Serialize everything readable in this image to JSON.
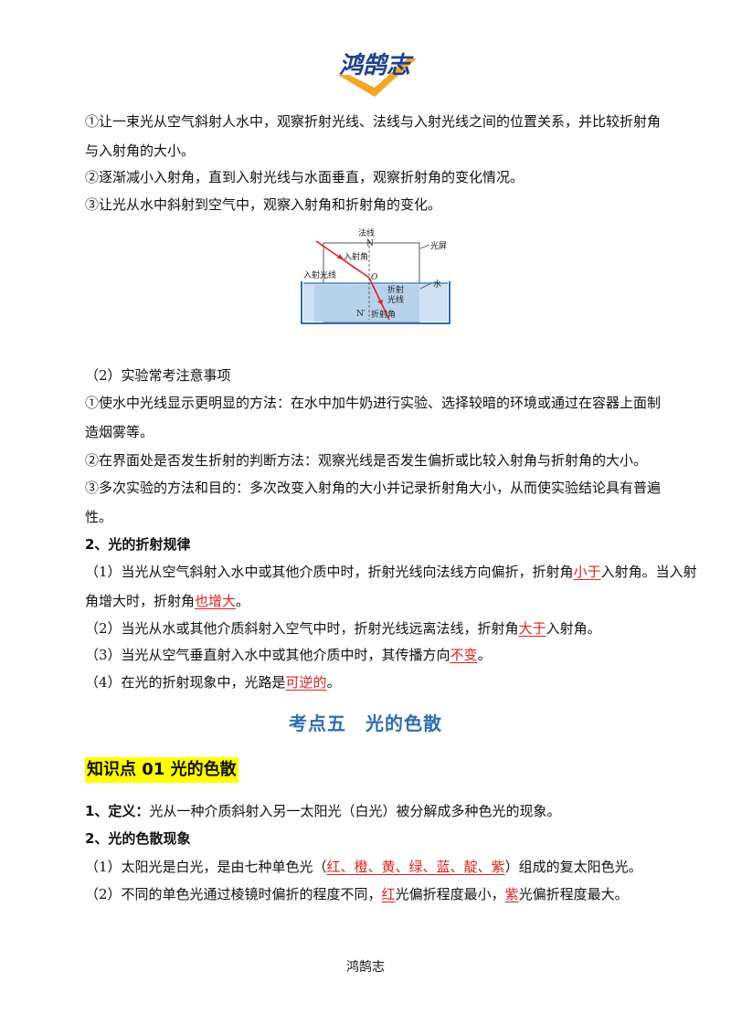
{
  "header": {
    "logo_text": "鸿鹄志"
  },
  "steps": {
    "l1": "①让一束光从空气斜射人水中，观察折射光线、法线与入射光线之间的位置关系，并比较折射角",
    "l2": "与入射角的大小。",
    "l3": "②逐渐减小入射角，直到入射光线与水面垂直，观察折射角的变化情况。",
    "l4": "③让光从水中斜射到空气中，观察入射角和折射角的变化。"
  },
  "diagram": {
    "normal": "法线",
    "n_top": "N",
    "screen": "光屏",
    "incident_angle": "入射角",
    "incident_ray": "入射光线",
    "point_o": "O",
    "water": "水",
    "refracted_ray_1": "折射",
    "refracted_ray_2": "光线",
    "n_bottom": "N′",
    "refraction_angle": "折射角"
  },
  "notes": {
    "title": "（2）实验常考注意事项",
    "n1a": "①使水中光线显示更明显的方法：在水中加牛奶进行实验、选择较暗的环境或通过在容器上面制",
    "n1b": "造烟雾等。",
    "n2": "②在界面处是否发生折射的判断方法：观察光线是否发生偏折或比较入射角与折射角的大小。",
    "n3a": "③多次实验的方法和目的：多次改变入射角的大小并记录折射角大小，从而使实验结论具有普遍",
    "n3b": "性。"
  },
  "law": {
    "title": "2、光的折射规律",
    "r1a_pre": "（1）当光从空气斜射入水中或其他介质中时，折射光线向法线方向偏折，折射角",
    "r1a_red": "小于",
    "r1a_post": "入射角。当入射",
    "r1b_pre": "角增大时，折射角",
    "r1b_red": "也增大",
    "r1b_post": "。",
    "r2_pre": "（2）当光从水或其他介质斜射入空气中时，折射光线远离法线，折射角",
    "r2_red": "大于",
    "r2_post": "入射角。",
    "r3_pre": "（3）当光从空气垂直射入水中或其他介质中时，其传播方向",
    "r3_red": "不变",
    "r3_post": "。",
    "r4_pre": "（4）在光的折射现象中，光路是",
    "r4_red": "可逆的",
    "r4_post": "。"
  },
  "section": {
    "title": "考点五　光的色散"
  },
  "knowledge": {
    "title": "知识点 01  光的色散"
  },
  "dispersion": {
    "def_label": "1、定义：",
    "def_text": "光从一种介质斜射入另一太阳光（白光）被分解成多种色光的现象。",
    "phen_title": "2、光的色散现象",
    "p1_pre": "（1）太阳光是白光，是由七种单色光（",
    "p1_red": "红、橙、黄、绿、蓝、靛、紫",
    "p1_post": "）组成的复太阳色光。",
    "p2_pre": "（2）不同的单色光通过棱镜时偏折的程度不同，",
    "p2_red1": "红",
    "p2_mid": "光偏折程度最小，",
    "p2_red2": "紫",
    "p2_post": "光偏折程度最大。"
  },
  "footer": {
    "text": "鸿鹄志"
  }
}
